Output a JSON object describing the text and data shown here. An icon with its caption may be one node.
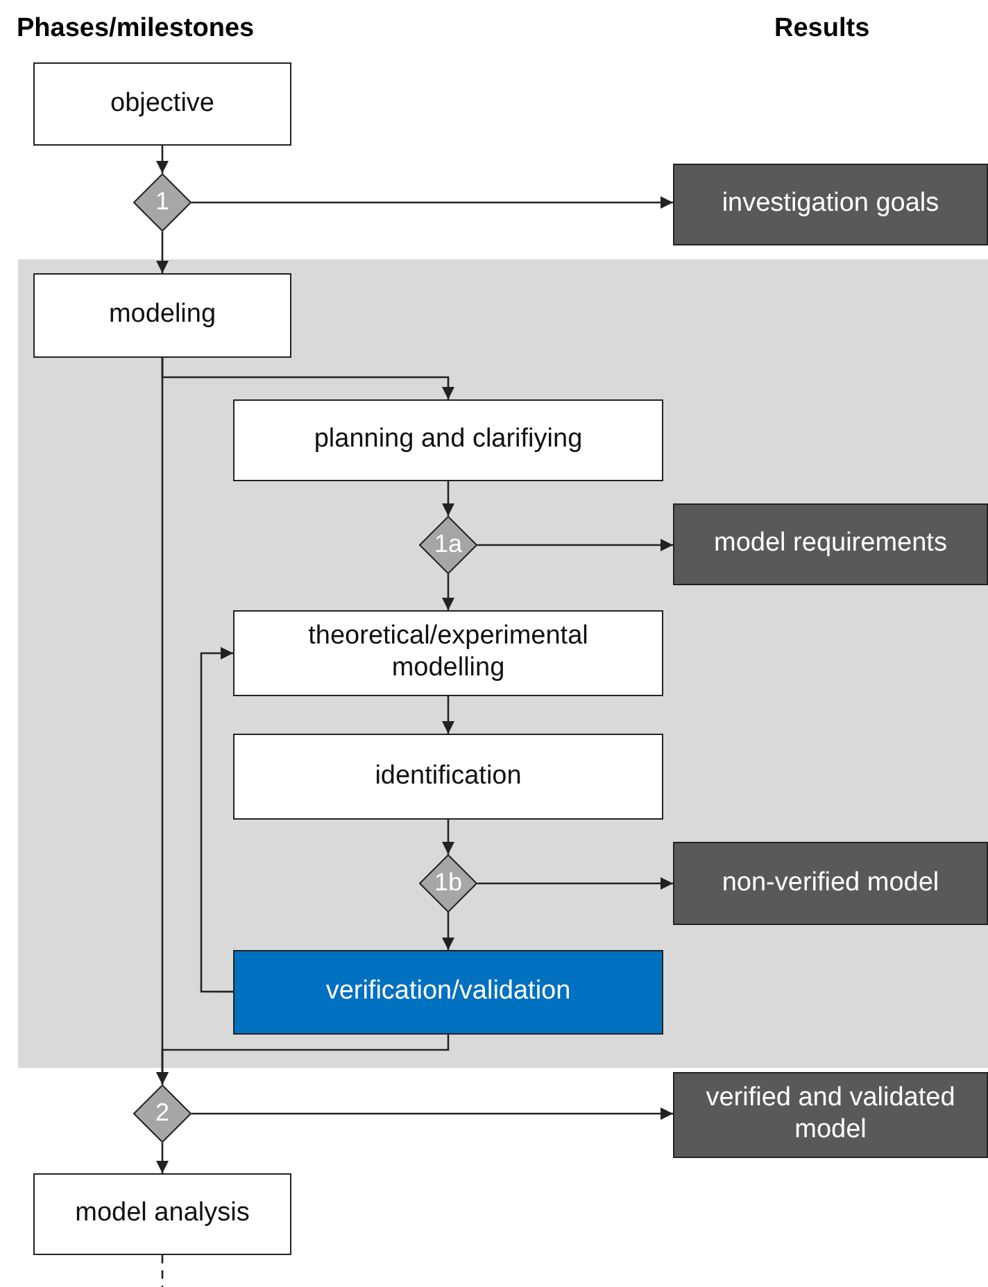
{
  "diagram": {
    "nodes": [
      {
        "text": [
          "objective"
        ]
      },
      {
        "text": [
          "1"
        ]
      },
      {
        "text": [
          "investigation goals"
        ]
      },
      {
        "text": [],
        "shape": "band"
      },
      {
        "text": [
          "modeling"
        ],
        "in": 3
      },
      {
        "text": [
          "planning and clarifiying"
        ],
        "in": 3
      },
      {
        "text": [
          "1a"
        ],
        "in": 3
      },
      {
        "text": [
          "model requirements"
        ],
        "in": 3
      },
      {
        "text": [
          "theoretical/experimental modelling"
        ],
        "in": 3
      },
      {
        "text": [
          "identification"
        ],
        "in": 3
      },
      {
        "text": [
          "1b"
        ],
        "in": 3
      },
      {
        "text": [
          "non-verified model"
        ],
        "in": 3
      },
      {
        "text": [
          "verification/validation"
        ],
        "in": 3
      },
      {
        "text": [
          "2"
        ]
      },
      {
        "text": [
          "verified and validated model"
        ]
      },
      {
        "text": [
          "model analysis"
        ]
      }
    ],
    "edges": [
      {
        "from": 0,
        "to": 1,
        "arrow": "to"
      },
      {
        "from": 1,
        "to": 2,
        "arrow": "to"
      },
      {
        "from": 1,
        "to": 4,
        "arrow": "to"
      },
      {
        "from": 4,
        "to": 5,
        "arrow": "to"
      },
      {
        "from": 4,
        "to": 13,
        "arrow": "to"
      },
      {
        "from": 5,
        "to": 6,
        "arrow": "to"
      },
      {
        "from": 6,
        "to": 7,
        "arrow": "to"
      },
      {
        "from": 6,
        "to": 8,
        "arrow": "to"
      },
      {
        "from": 8,
        "to": 9,
        "arrow": "to"
      },
      {
        "from": 9,
        "to": 10,
        "arrow": "to"
      },
      {
        "from": 10,
        "to": 11,
        "arrow": "to"
      },
      {
        "from": 10,
        "to": 12,
        "arrow": "to"
      },
      {
        "from": 12,
        "to": 8,
        "arrow": "to"
      },
      {
        "from": 12,
        "to": 13,
        "arrow": "to"
      },
      {
        "from": 13,
        "to": 14,
        "arrow": "to"
      },
      {
        "from": 13,
        "to": 15,
        "arrow": "to"
      },
      {
        "from": 15,
        "to": null,
        "arrow": "none",
        "style": "dashed"
      }
    ],
    "labels": [
      "Phases/milestones",
      "Results"
    ]
  }
}
